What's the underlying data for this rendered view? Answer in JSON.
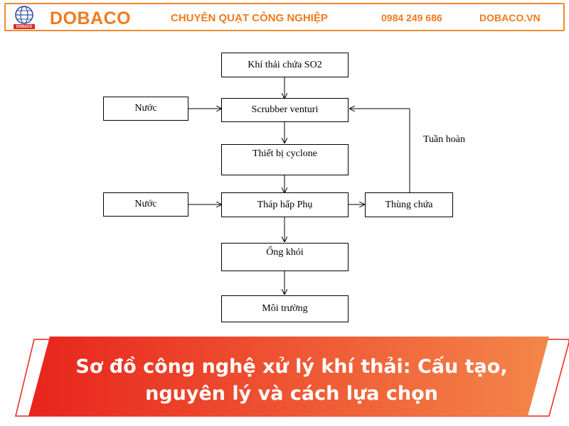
{
  "header": {
    "brand": "DOBACO",
    "logo_text": "DOBACO",
    "tagline": "CHUYÊN QUẠT CÔNG NGHIỆP",
    "phone": "0984 249 686",
    "website": "DOBACO.VN",
    "accent_color": "#f07a1e"
  },
  "diagram": {
    "nodes": {
      "input_gas": "Khí thải chứa SO2",
      "water_1": "Nước",
      "scrubber": "Scrubber venturi",
      "cyclone": "Thiết bị cyclone",
      "water_2": "Nước",
      "absorber": "Tháp hấp Phụ",
      "tank": "Thùng chứa",
      "chimney": "Ống khói",
      "environment": "Môi trường"
    },
    "recirculation_label": "Tuần hoàn"
  },
  "banner": {
    "line1": "Sơ đồ công nghệ xử lý khí thải: Cấu tạo,",
    "line2": "nguyên lý và cách lựa chọn",
    "gradient_start": "#e8241c",
    "gradient_end": "#f4864a"
  }
}
